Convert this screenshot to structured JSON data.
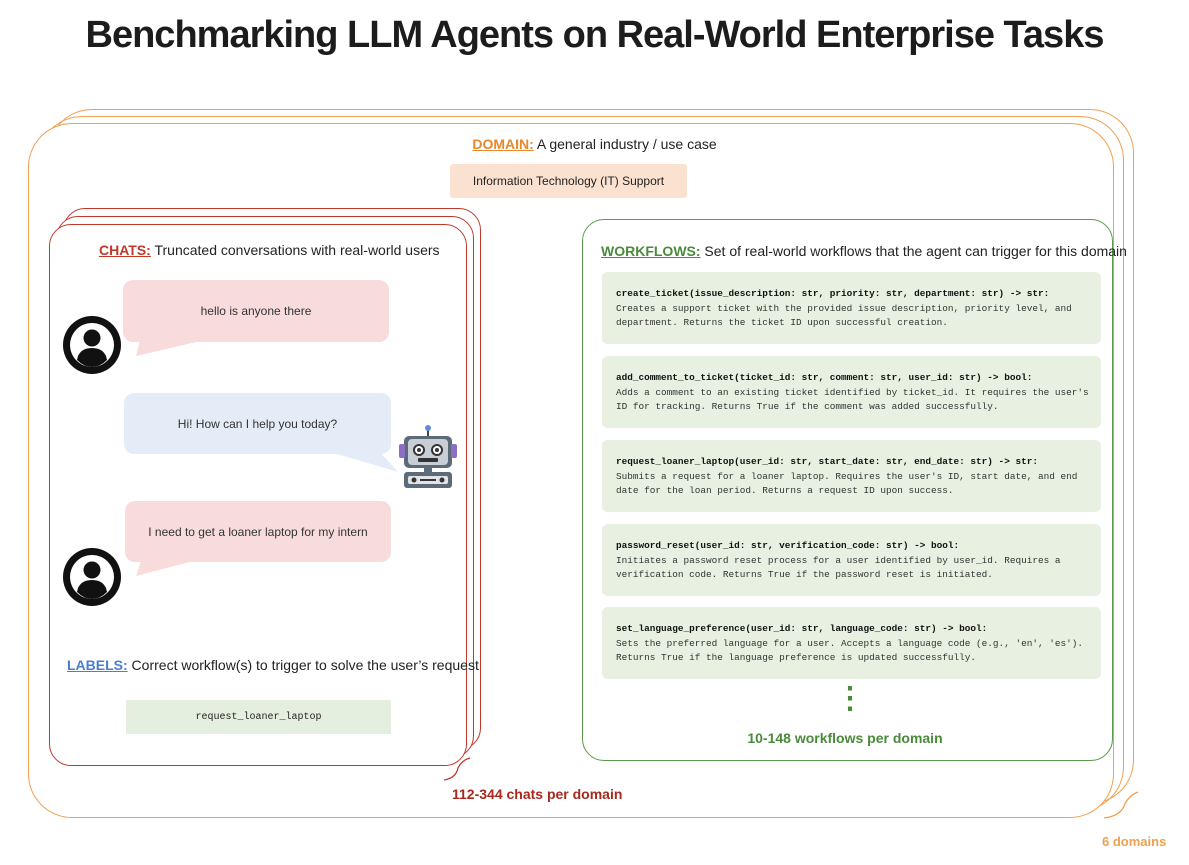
{
  "title": "Benchmarking LLM Agents on Real-World Enterprise Tasks",
  "colors": {
    "domain": "#f0a050",
    "chats": "#c0392b",
    "workflows": "#5a9a4a",
    "labels": "#4a7fd0",
    "user_bubble": "#f8dcdc",
    "bot_bubble": "#e4edf7",
    "domain_chip": "#fbe1cf",
    "workflow_card": "#e7f0e1"
  },
  "domain": {
    "key": "DOMAIN:",
    "desc": " A general industry / use case",
    "example": "Information Technology (IT) Support",
    "count": "6 domains"
  },
  "chats": {
    "key": "CHATS:",
    "desc": " Truncated conversations with real-world users",
    "messages": [
      {
        "role": "user",
        "icon": "user-avatar-icon",
        "text": "hello is anyone there"
      },
      {
        "role": "agent",
        "icon": "robot-icon",
        "text": "Hi! How can I help you today?"
      },
      {
        "role": "user",
        "icon": "user-avatar-icon",
        "text": "I need to get a loaner laptop for my intern"
      }
    ],
    "count": "112-344 chats per domain"
  },
  "labels": {
    "key": "LABELS:",
    "desc": " Correct workflow(s) to trigger to solve the user’s request",
    "value": "request_loaner_laptop"
  },
  "workflows": {
    "key": "WORKFLOWS:",
    "desc": " Set of real-world workflows that the agent can trigger for this domain",
    "items": [
      {
        "signature": "create_ticket(issue_description: str, priority: str, department: str) -> str:",
        "description": "Creates a support ticket with the provided issue description, priority level, and department. Returns the ticket ID upon successful creation."
      },
      {
        "signature": "add_comment_to_ticket(ticket_id: str, comment: str, user_id: str) -> bool:",
        "description": "Adds a comment to an existing ticket identified by ticket_id. It requires the user's ID for tracking. Returns True if the comment was added successfully."
      },
      {
        "signature": "request_loaner_laptop(user_id: str, start_date: str, end_date: str) -> str:",
        "description": "Submits a request for a loaner laptop. Requires the user's ID, start date, and end date for the loan period. Returns a request ID upon success."
      },
      {
        "signature": "password_reset(user_id: str, verification_code: str) -> bool:",
        "description": "Initiates a password reset process for a user identified by user_id. Requires a verification code. Returns True if the password reset is initiated."
      },
      {
        "signature": "set_language_preference(user_id: str, language_code: str) -> bool:",
        "description": "Sets the preferred language for a user. Accepts a language code (e.g., 'en', 'es'). Returns True if the language preference is updated successfully."
      }
    ],
    "ellipsis": "⋮",
    "count": "10-148 workflows per domain"
  }
}
